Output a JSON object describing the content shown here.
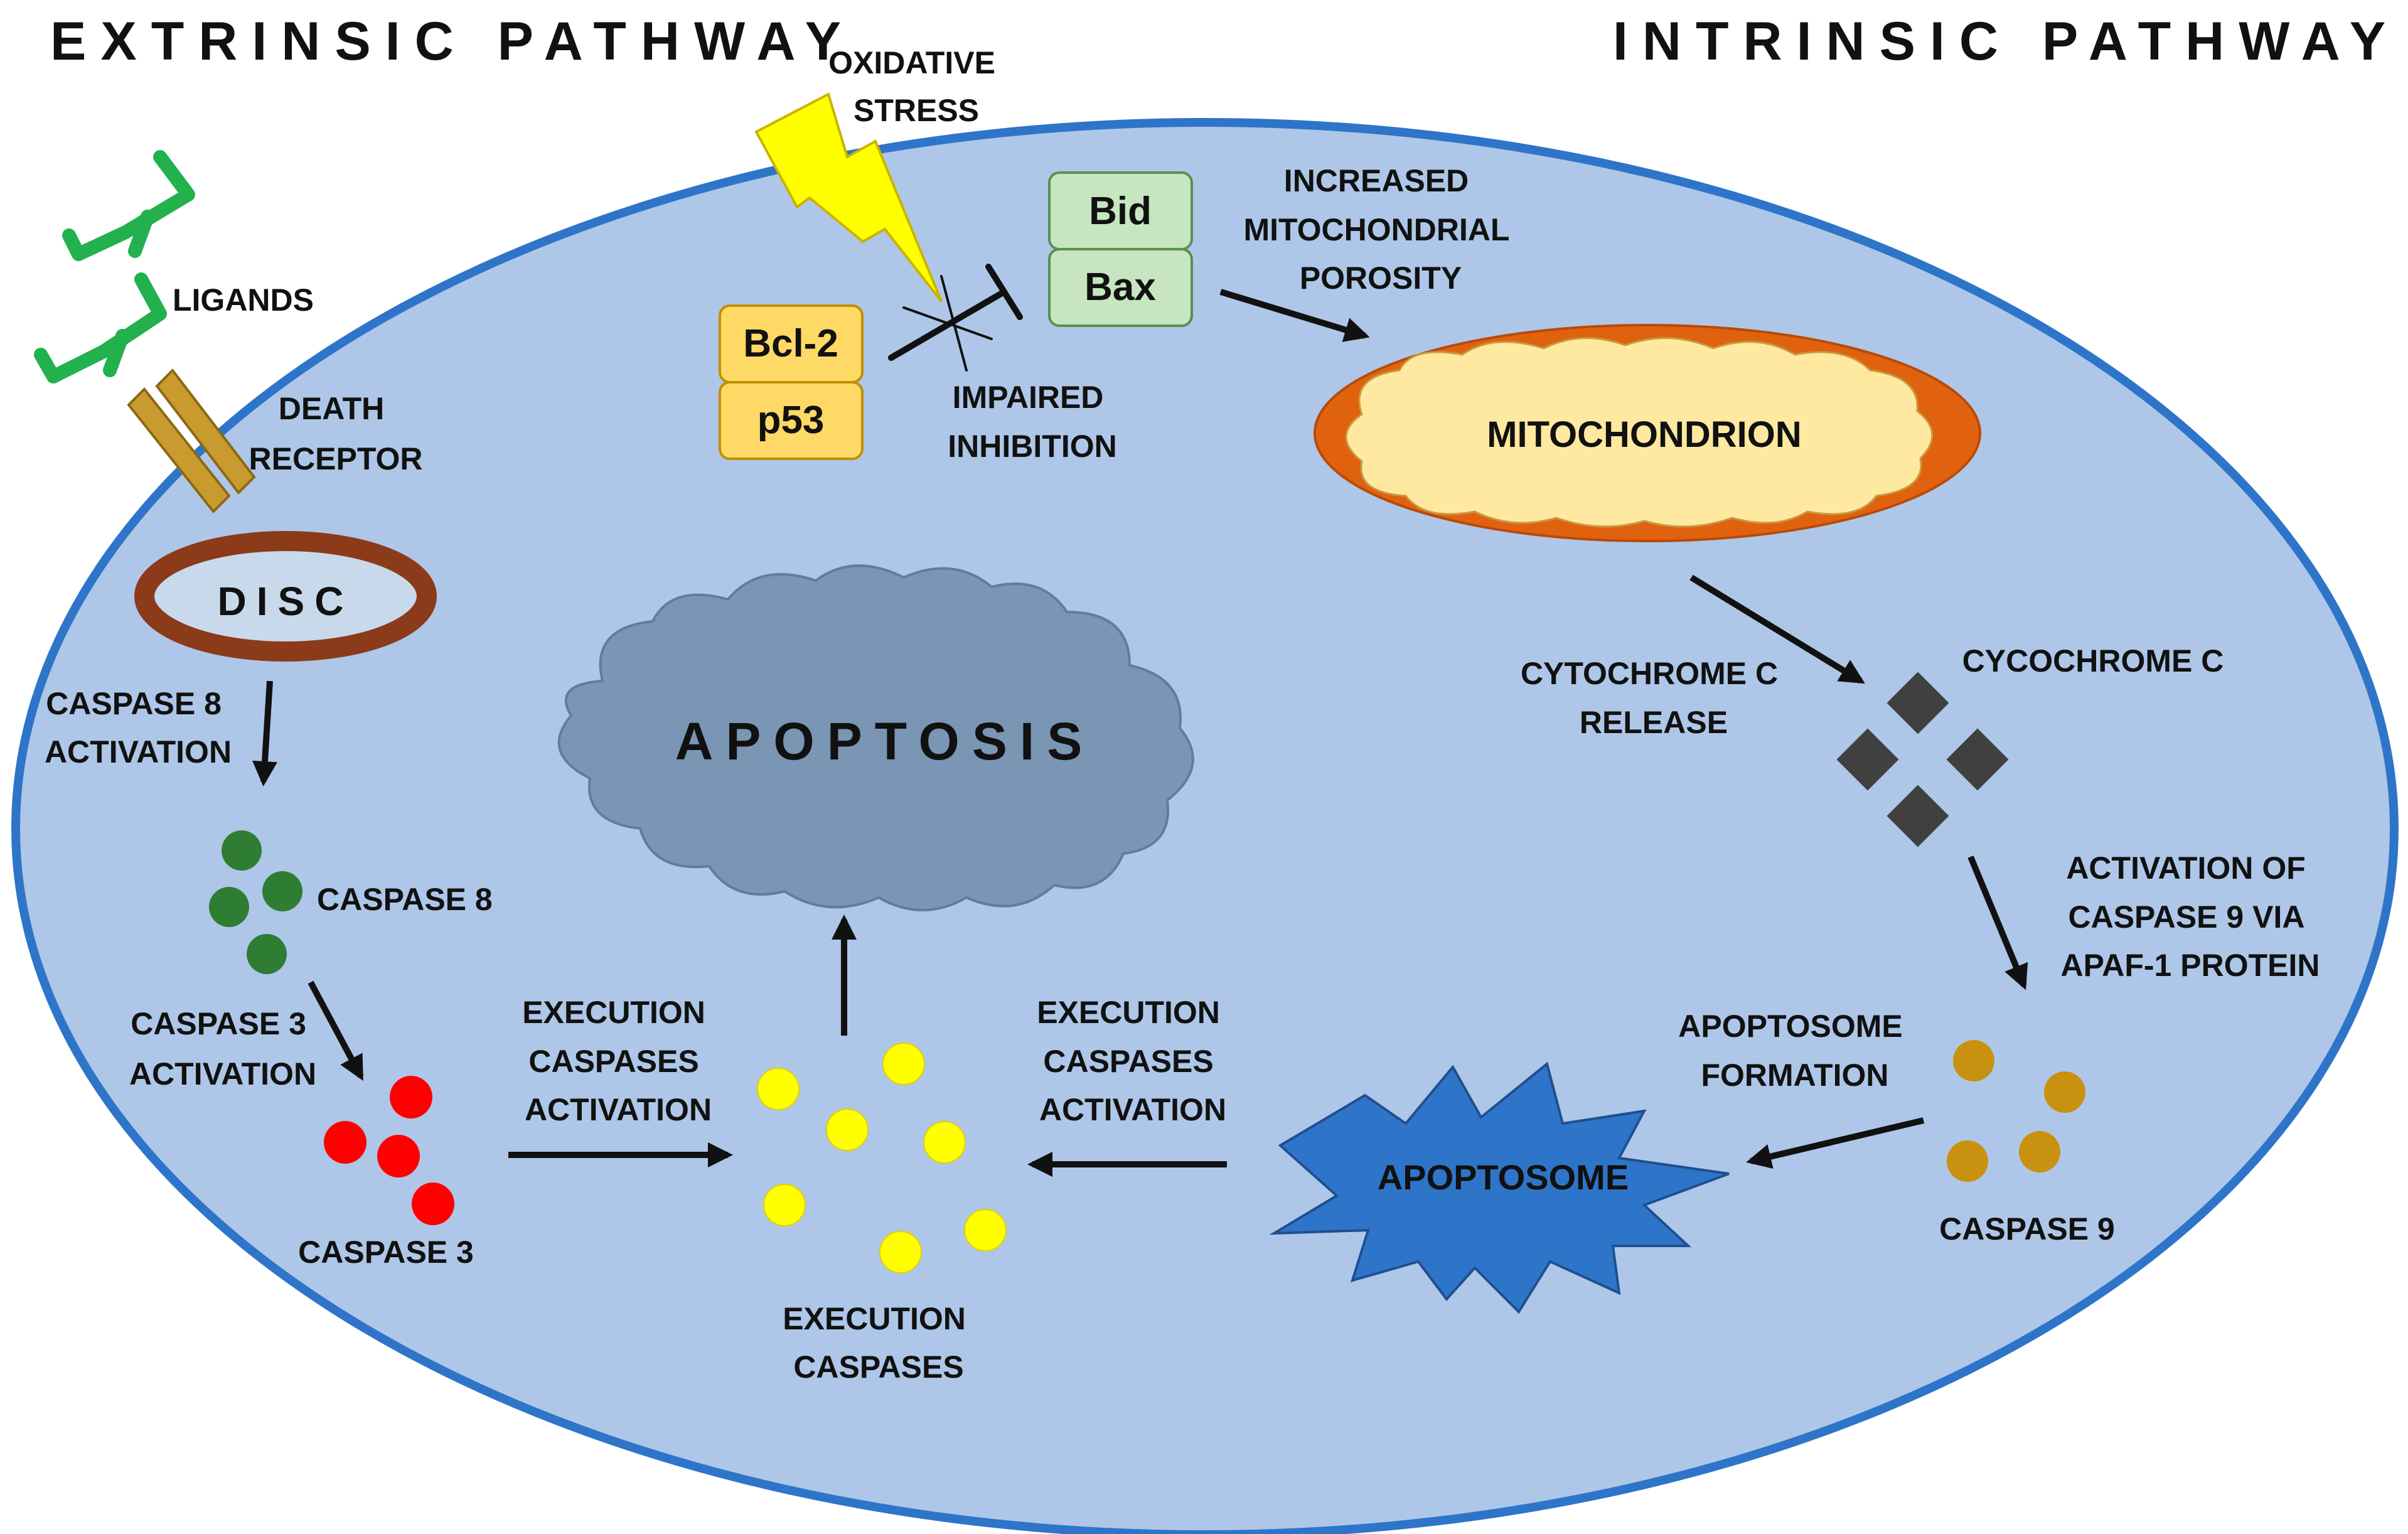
{
  "titles": {
    "extrinsic": "EXTRINSIC PATHWAY",
    "intrinsic": "INTRINSIC PATHWAY"
  },
  "oxidative_stress": [
    "OXIDATIVE",
    "STRESS"
  ],
  "ligands": "LIGANDS",
  "death_receptor": [
    "DEATH",
    "RECEPTOR"
  ],
  "disc": "DISC",
  "caspase8_activation": [
    "CASPASE 8",
    "ACTIVATION"
  ],
  "caspase8": "CASPASE 8",
  "caspase3_activation": [
    "CASPASE 3",
    "ACTIVATION"
  ],
  "caspase3": "CASPASE 3",
  "bcl2": "Bcl-2",
  "p53": "p53",
  "bid": "Bid",
  "bax": "Bax",
  "impaired_inhibition": [
    "IMPAIRED",
    "INHIBITION"
  ],
  "increased_porosity": [
    "INCREASED",
    "MITOCHONDRIAL",
    "POROSITY"
  ],
  "mitochondrion": "MITOCHONDRION",
  "cytochrome_release": [
    "CYTOCHROME C",
    "RELEASE"
  ],
  "cycochrome": "CYCOCHROME C",
  "activation_caspase9": [
    "ACTIVATION OF",
    "CASPASE 9 VIA",
    "APAF-1 PROTEIN"
  ],
  "apoptosome_formation": [
    "APOPTOSOME",
    "FORMATION"
  ],
  "caspase9": "CASPASE 9",
  "apoptosome": "APOPTOSOME",
  "exec_left": [
    "EXECUTION",
    "CASPASES",
    "ACTIVATION"
  ],
  "exec_right": [
    "EXECUTION",
    "CASPASES",
    "ACTIVATION"
  ],
  "execution_caspases": [
    "EXECUTION",
    "CASPASES"
  ],
  "apoptosis": "APOPTOSIS",
  "colors": {
    "cell_fill": "#aec7e8",
    "cell_stroke": "#2e75c9",
    "ligand": "#22b14c",
    "receptor": "#c99a2e",
    "disc": "#8b3a1a",
    "caspase8": "#2e7d32",
    "caspase3": "#ff0000",
    "execution": "#ffff00",
    "caspase9": "#c8910f",
    "cytochrome": "#404040",
    "mito_outer": "#e0620f",
    "mito_inner": "#ffe9a0",
    "box_yellow": "#ffd966",
    "box_green": "#c6e5c0",
    "cloud": "#7a96b4",
    "apoptosome": "#2e75c9",
    "bolt": "#ffff00"
  }
}
